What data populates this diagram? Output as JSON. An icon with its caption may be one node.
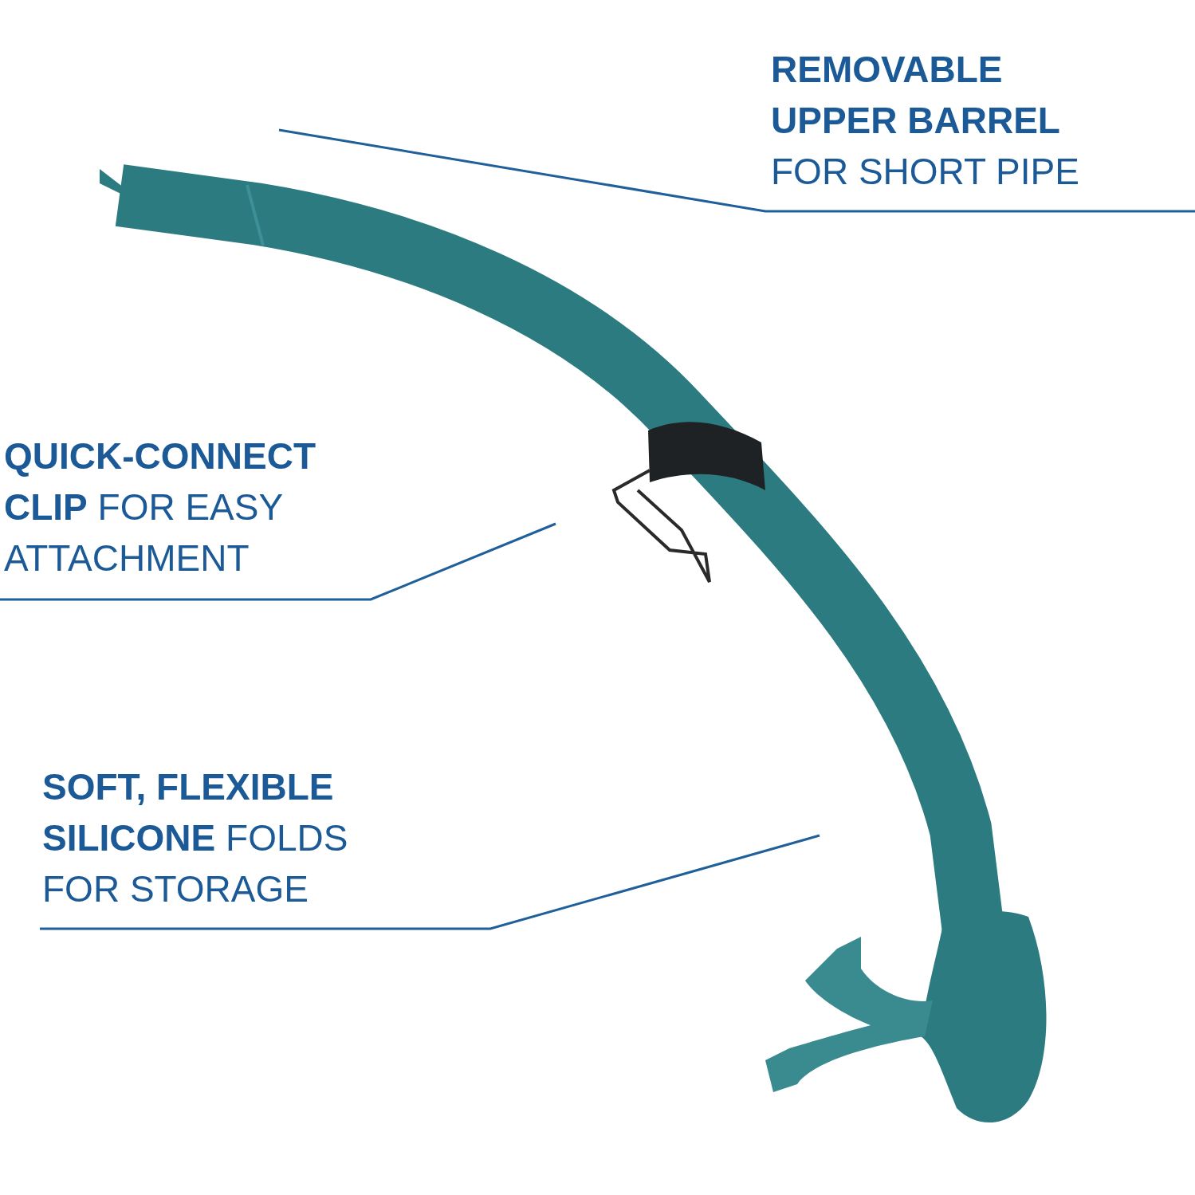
{
  "diagram": {
    "nodes": [
      {
        "text": [
          "**REMOVABLE UPPER BARREL** FOR SHORT PIPE"
        ]
      },
      {
        "text": [
          "**QUICK-CONNECT CLIP** FOR EASY ATTACHMENT"
        ]
      },
      {
        "text": [
          "**SOFT, FLEXIBLE SILICONE** FOLDS FOR STORAGE"
        ]
      }
    ],
    "edges": [
      {
        "from": 0,
        "to": null,
        "arrow": "none"
      },
      {
        "from": 1,
        "to": null,
        "arrow": "none"
      },
      {
        "from": 2,
        "to": null,
        "arrow": "none"
      }
    ]
  }
}
